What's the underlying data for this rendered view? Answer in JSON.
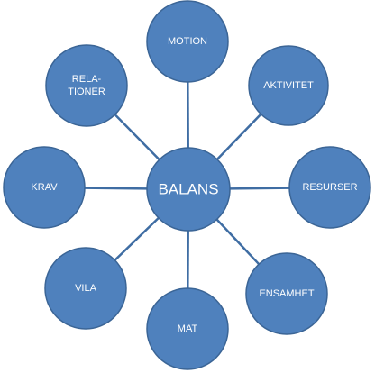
{
  "diagram": {
    "center": {
      "label": "BALANS"
    },
    "satellites": [
      {
        "id": "motion",
        "lines": [
          "MOTION"
        ]
      },
      {
        "id": "aktivitet",
        "lines": [
          "AKTIVITET"
        ]
      },
      {
        "id": "resurser",
        "lines": [
          "RESURSER"
        ]
      },
      {
        "id": "ensamhet",
        "lines": [
          "ENSAMHET"
        ]
      },
      {
        "id": "mat",
        "lines": [
          "MAT"
        ]
      },
      {
        "id": "vila",
        "lines": [
          "VILA"
        ]
      },
      {
        "id": "krav",
        "lines": [
          "KRAV"
        ]
      },
      {
        "id": "relationer",
        "lines": [
          "RELA-",
          "TIONER"
        ]
      }
    ],
    "colors": {
      "node_fill": "#4f81bd",
      "node_stroke": "#3b6596",
      "connector": "#3f6da3",
      "label": "#ffffff"
    }
  }
}
